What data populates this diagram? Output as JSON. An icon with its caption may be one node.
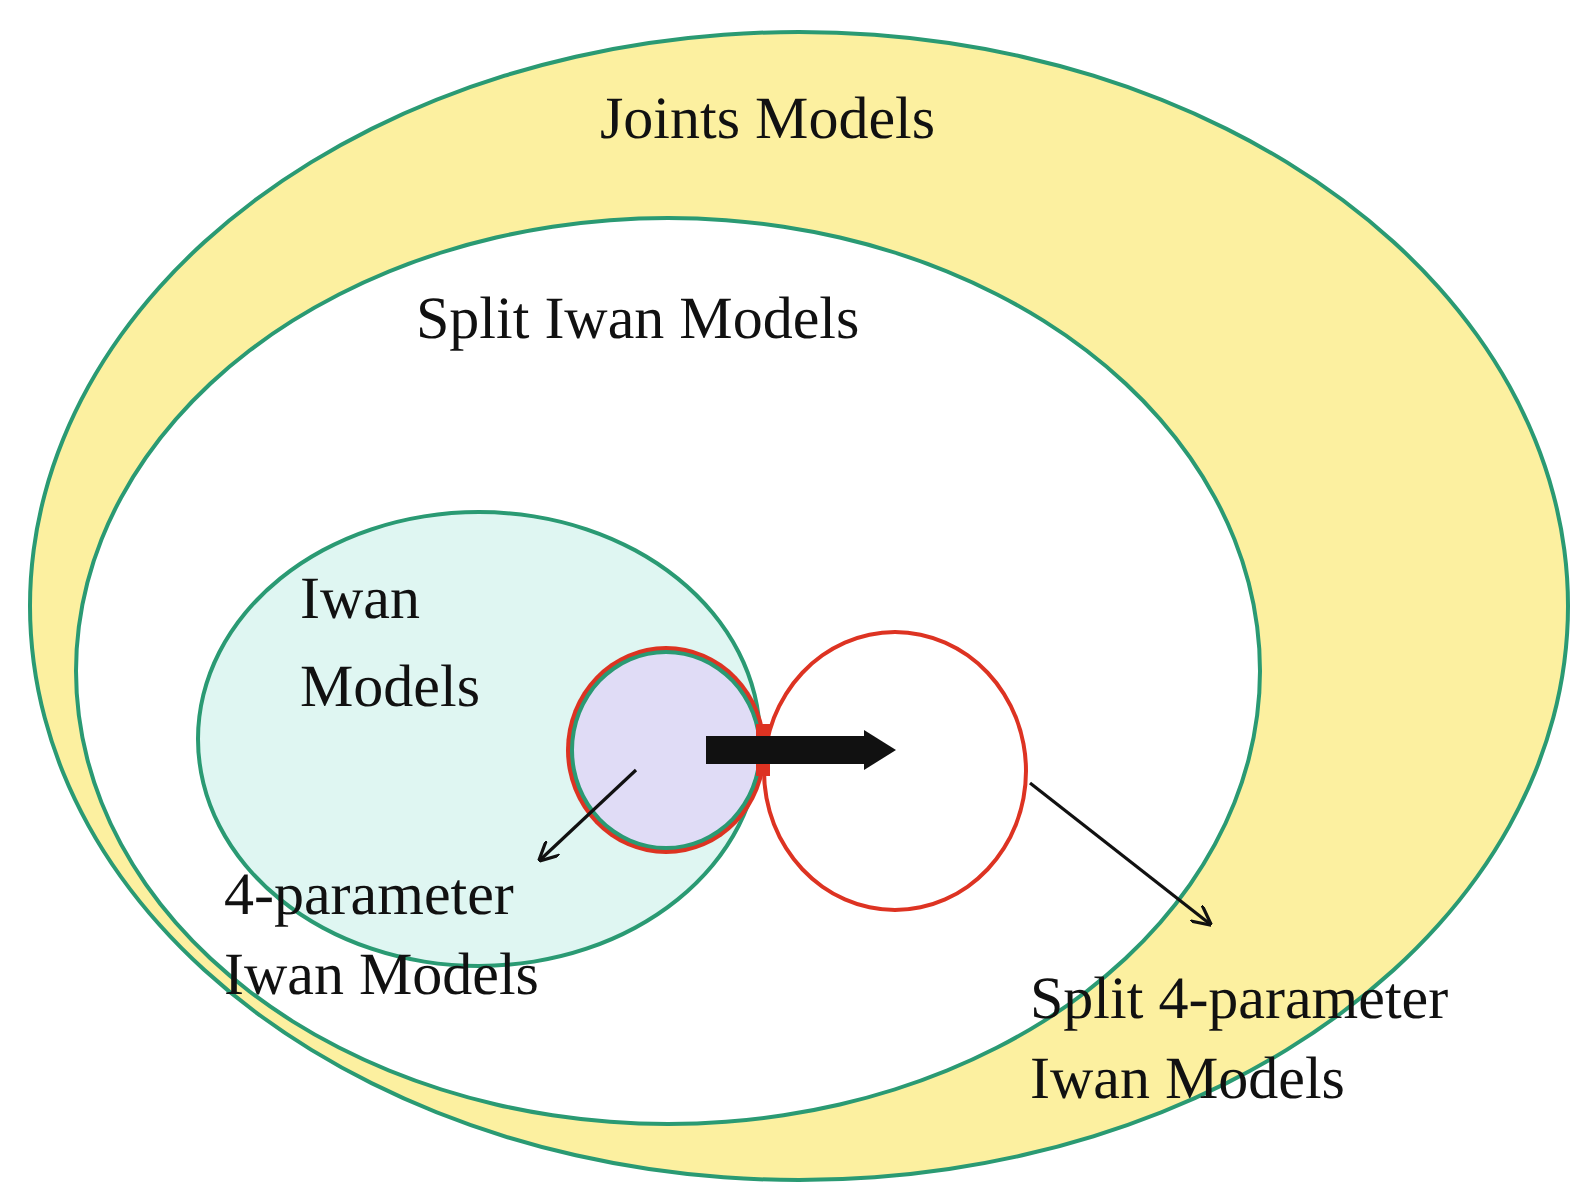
{
  "diagram": {
    "nodes": [
      {
        "text": [
          "Joints Models"
        ]
      },
      {
        "text": [
          "Split Iwan Models"
        ],
        "in": 0
      },
      {
        "text": [
          "Iwan Models"
        ],
        "in": 1
      },
      {
        "text": [],
        "shape": "circle",
        "in": 2
      },
      {
        "text": [],
        "shape": "circle",
        "in": 1
      },
      {
        "text": [
          "4-parameter Iwan Models"
        ],
        "in": 1
      },
      {
        "text": [
          "Split 4-parameter Iwan Models"
        ],
        "in": 0
      }
    ],
    "edges": [
      {
        "from": 3,
        "to": 4,
        "arrow": "to",
        "style": "thick"
      },
      {
        "from": 3,
        "to": 5,
        "arrow": "to"
      },
      {
        "from": 4,
        "to": 6,
        "arrow": "to"
      }
    ]
  }
}
